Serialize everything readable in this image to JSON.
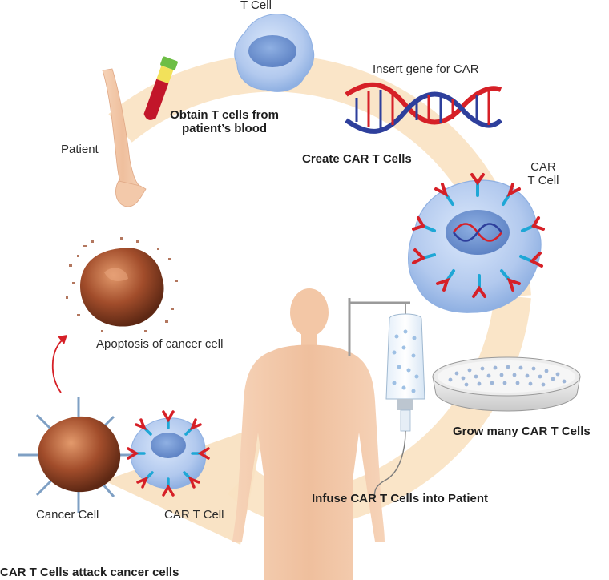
{
  "labels": {
    "t_cell": "T Cell",
    "insert_gene": "Insert gene for CAR",
    "obtain_line1": "Obtain T cells from",
    "obtain_line2": "patient’s blood",
    "patient": "Patient",
    "create": "Create CAR T Cells",
    "car_line1": "CAR",
    "car_line2": "T Cell",
    "apoptosis": "Apoptosis of cancer cell",
    "grow": "Grow many CAR T Cells",
    "infuse": "Infuse CAR T Cells into Patient",
    "cancer_cell": "Cancer Cell",
    "car_t_cell_bottom": "CAR T Cell",
    "attack": "CAR T Cells attack cancer cells"
  },
  "colors": {
    "cycle_arrow": "#f8ddb8",
    "t_cell_body": "#b9cff0",
    "t_cell_nucleus": "#6f93cf",
    "dna_red": "#d62027",
    "dna_blue": "#2e3f9c",
    "receptor_cyan": "#1ea7d6",
    "receptor_red": "#d62027",
    "cancer_cell": "#a8522f",
    "skin": "#f2c7a8",
    "arrow_red": "#d62027"
  }
}
